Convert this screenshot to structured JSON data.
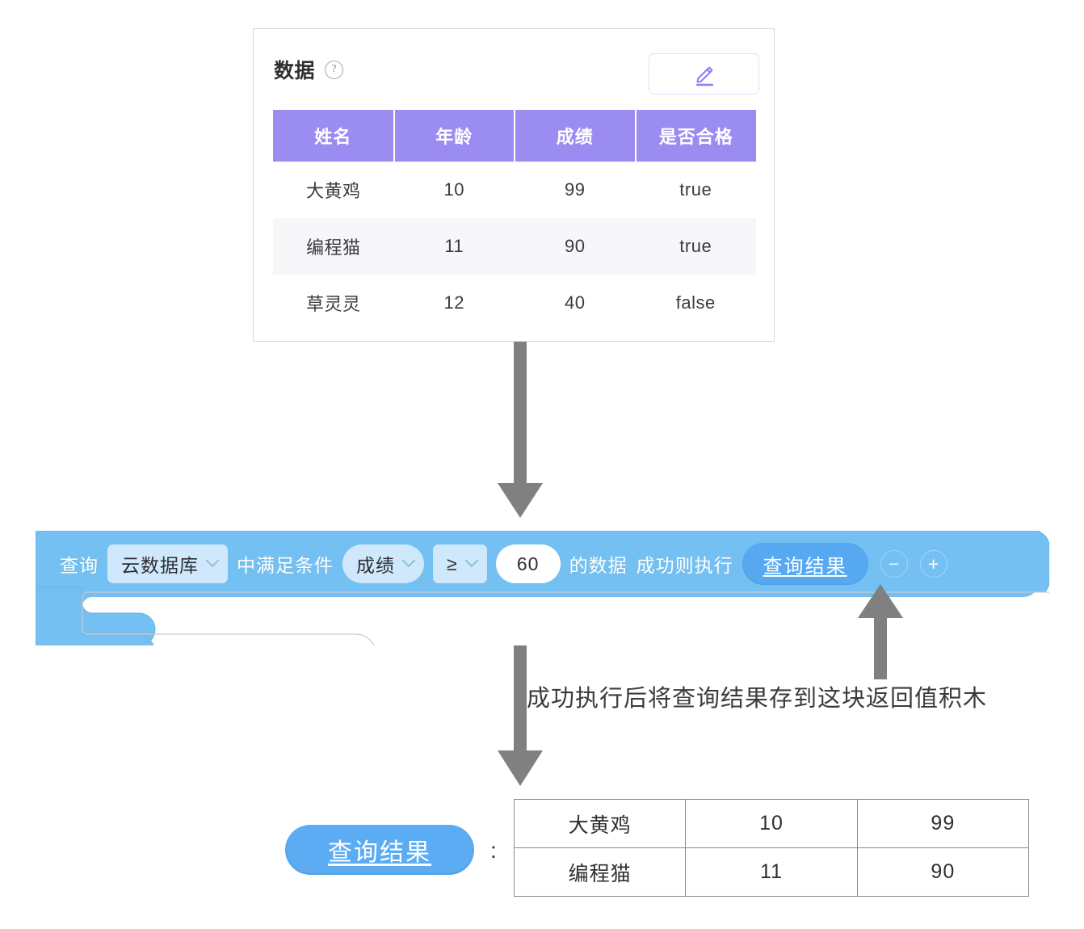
{
  "data_card": {
    "title": "数据",
    "help_icon": "question-mark-icon",
    "edit_icon": "pencil-edit-icon",
    "columns": [
      "姓名",
      "年龄",
      "成绩",
      "是否合格"
    ],
    "rows": [
      [
        "大黄鸡",
        "10",
        "99",
        "true"
      ],
      [
        "编程猫",
        "11",
        "90",
        "true"
      ],
      [
        "草灵灵",
        "12",
        "40",
        "false"
      ]
    ]
  },
  "block": {
    "label_query": "查询",
    "source_dropdown": "云数据库",
    "label_condition": "中满足条件",
    "field_dropdown": "成绩",
    "operator_dropdown": "≥",
    "value_input": "60",
    "label_of_data": "的数据",
    "label_then": "成功则执行",
    "return_var": "查询结果",
    "minus_label": "−",
    "plus_label": "+"
  },
  "annotation": {
    "text": "成功执行后将查询结果存到这块返回值积木"
  },
  "result": {
    "pill_label": "查询结果",
    "separator": ":",
    "rows": [
      [
        "大黄鸡",
        "10",
        "99"
      ],
      [
        "编程猫",
        "11",
        "90"
      ]
    ]
  },
  "colors": {
    "header_purple": "#9b8cf2",
    "block_blue": "#74c0f2",
    "var_blue": "#56a9f0",
    "arrow_gray": "#808080",
    "dropdown_light": "#cfe8fb"
  }
}
